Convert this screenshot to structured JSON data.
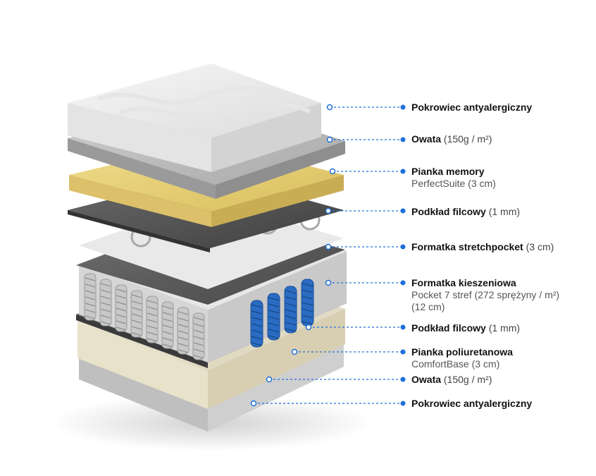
{
  "colors": {
    "accent": "#1e6fd9",
    "cover": "#ececec",
    "wadding": "#bdbdbd",
    "memory_foam": "#ead27a",
    "felt": "#5a5a5a",
    "spring_grey": "#c8c8c8",
    "spring_blue": "#2a6cc4",
    "pu_foam": "#ece6d2"
  },
  "layers": [
    {
      "name": "Pokrowiec antyalergiczny",
      "detail": "",
      "sub": ""
    },
    {
      "name": "Owata",
      "detail": "(150g / m²)",
      "sub": ""
    },
    {
      "name": "Pianka memory",
      "detail": "",
      "sub": "PerfectSuite (3 cm)"
    },
    {
      "name": "Podkład filcowy",
      "detail": "(1 mm)",
      "sub": ""
    },
    {
      "name": "Formatka stretchpocket",
      "detail": "(3 cm)",
      "sub": ""
    },
    {
      "name": "Formatka kieszeniowa",
      "detail": "",
      "sub": "Pocket 7 stref (272 sprężyny / m²)",
      "sub2": "(12 cm)"
    },
    {
      "name": "Podkład filcowy",
      "detail": "(1 mm)",
      "sub": ""
    },
    {
      "name": "Pianka poliuretanowa",
      "detail": "",
      "sub": "ComfortBase (3 cm)"
    },
    {
      "name": "Owata",
      "detail": "(150g / m²)",
      "sub": ""
    },
    {
      "name": "Pokrowiec antyalergiczny",
      "detail": "",
      "sub": ""
    }
  ]
}
